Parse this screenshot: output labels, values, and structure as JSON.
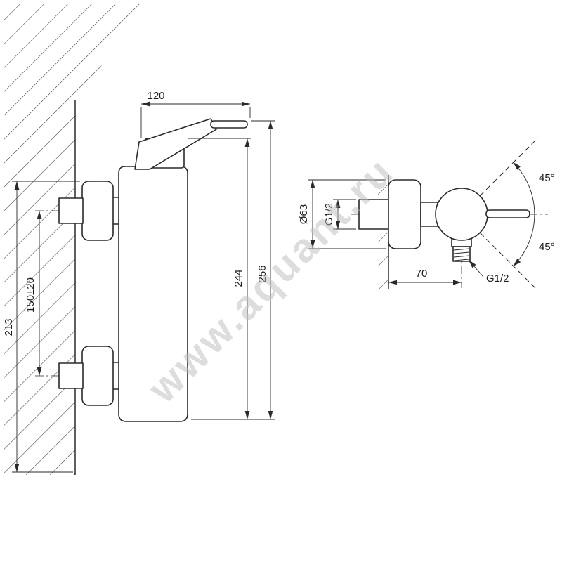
{
  "colors": {
    "line": "#2a2a2a",
    "watermark": "#bdbdbd",
    "background": "#ffffff"
  },
  "watermark": {
    "text": "www.aquant.ru"
  },
  "side_view": {
    "dims": {
      "top_width": "120",
      "height_inner": "244",
      "height_outer": "256",
      "left_height": "213",
      "mount_spacing": "150±20"
    }
  },
  "front_view": {
    "dims": {
      "escutcheon_diameter": "Ø63",
      "inlet_thread": "G1/2",
      "outlet_offset": "70",
      "outlet_thread": "G1/2",
      "angle_upper": "45°",
      "angle_lower": "45°"
    }
  }
}
